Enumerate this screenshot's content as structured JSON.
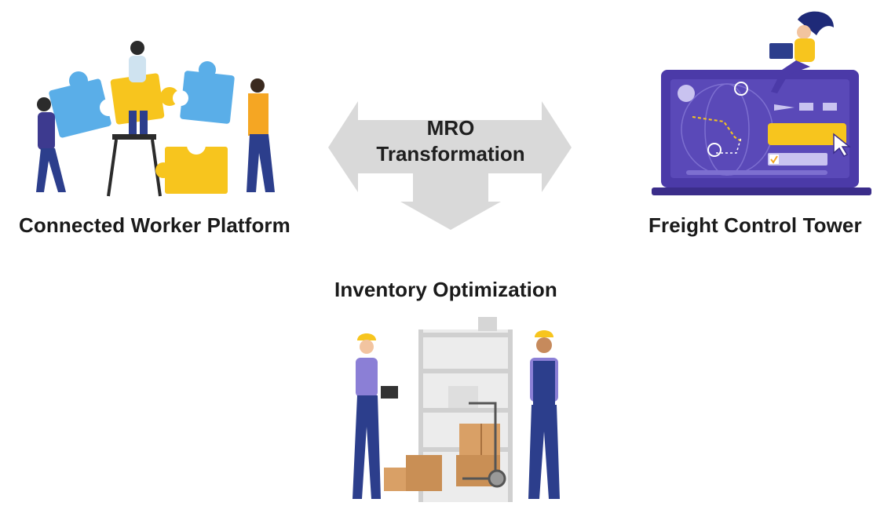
{
  "center": {
    "line1": "MRO",
    "line2": "Transformation"
  },
  "labels": {
    "connected_worker": "Connected Worker Platform",
    "freight_control": "Freight Control Tower",
    "inventory": "Inventory Optimization"
  },
  "colors": {
    "arrow": "#d9d9d9",
    "puzzle_blue": "#5aaee8",
    "puzzle_yellow": "#f7c51e",
    "laptop_purple": "#4b3aa8",
    "worker_navy": "#2c3e8c",
    "box_brown": "#d9a066"
  }
}
